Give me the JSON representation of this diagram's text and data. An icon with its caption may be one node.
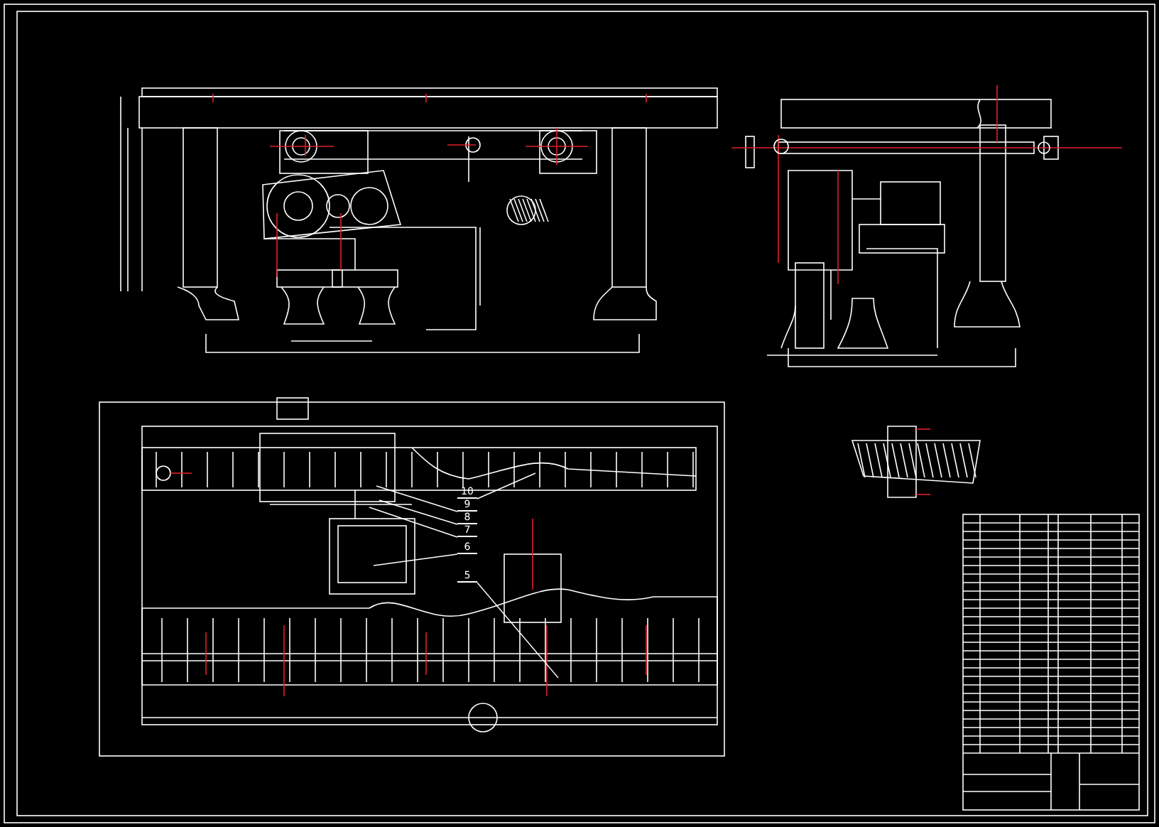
{
  "diagram": {
    "nodes": [
      {
        "text": [
          "10"
        ]
      },
      {
        "text": [
          "9"
        ]
      },
      {
        "text": [
          "8"
        ]
      },
      {
        "text": [
          "7"
        ]
      },
      {
        "text": [
          "6"
        ]
      },
      {
        "text": [
          "5"
        ]
      }
    ],
    "edges": [
      {
        "from": 0,
        "to": null,
        "arrow": "none"
      },
      {
        "from": 1,
        "to": null,
        "arrow": "none"
      },
      {
        "from": 2,
        "to": null,
        "arrow": "none"
      },
      {
        "from": 3,
        "to": null,
        "arrow": "none"
      },
      {
        "from": 4,
        "to": null,
        "arrow": "none"
      },
      {
        "from": 5,
        "to": null,
        "arrow": "none"
      }
    ]
  }
}
